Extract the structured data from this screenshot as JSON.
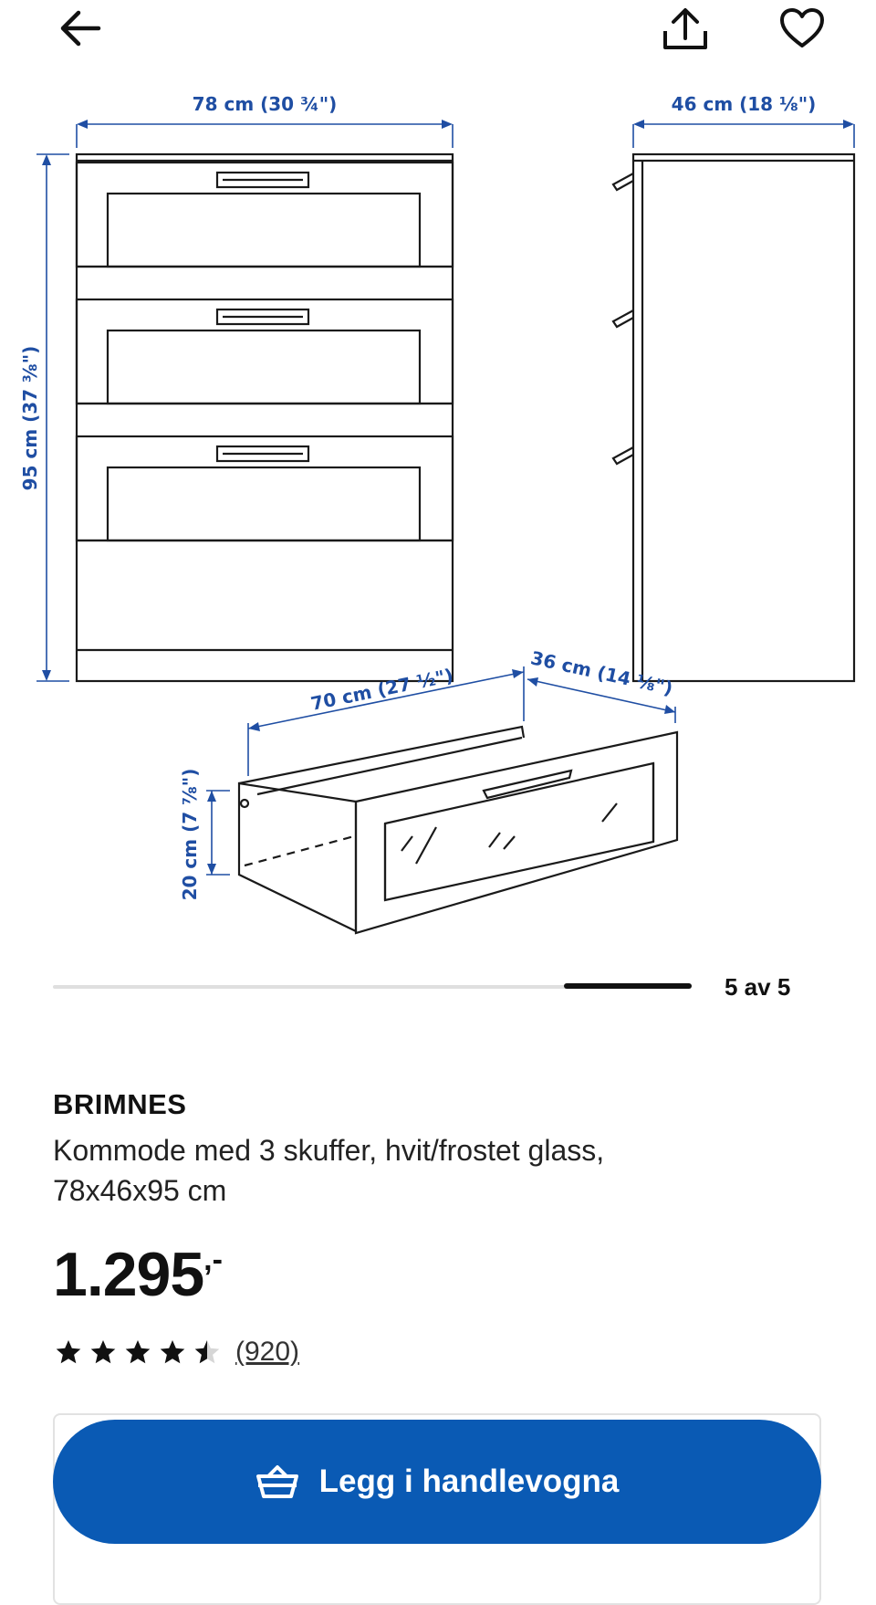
{
  "header": {
    "back_icon": "arrow-left-icon",
    "share_icon": "share-upload-icon",
    "favorite_icon": "heart-outline-icon"
  },
  "dimensions": {
    "chest_width": "78 cm (30 ¾\")",
    "chest_depth": "46 cm (18 ⅛\")",
    "chest_height": "95 cm (37 ⅜\")",
    "drawer_width": "70 cm (27 ½\")",
    "drawer_depth": "36 cm (14 ⅛\")",
    "drawer_height": "20 cm (7 ⅞\")"
  },
  "gallery": {
    "counter": "5 av 5",
    "current": 5,
    "total": 5
  },
  "product": {
    "brand": "BRIMNES",
    "description_line1": "Kommode med 3 skuffer, hvit/frostet glass,",
    "description_line2": "78x46x95 cm",
    "price": "1.295",
    "price_suffix": ",-",
    "rating": 4.5,
    "rating_max": 5,
    "review_count": "(920)"
  },
  "cta": {
    "label": "Legg i handlevogna",
    "icon": "shopping-basket-icon"
  },
  "colors": {
    "accent": "#0a5ab4",
    "dimension_text": "#1f4ea3",
    "text": "#111111"
  }
}
